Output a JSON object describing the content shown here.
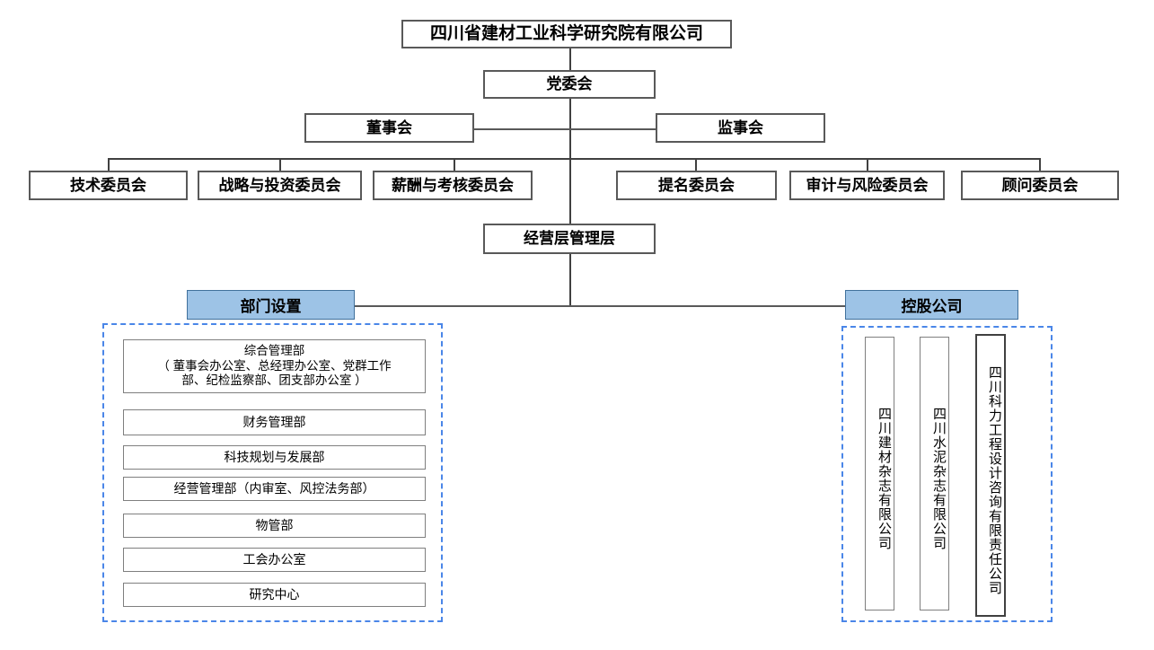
{
  "diagram": {
    "title": "四川省建材工业科学研究院有限公司",
    "party_committee": "党委会",
    "board_of_directors": "董事会",
    "board_of_supervisors": "监事会",
    "committees_left": [
      "技术委员会",
      "战略与投资委员会",
      "薪酬与考核委员会"
    ],
    "committees_right": [
      "提名委员会",
      "审计与风险委员会",
      "顾问委员会"
    ],
    "management_layer": "经营层管理层",
    "departments_header": "部门设置",
    "holdings_header": "控股公司",
    "departments": [
      "综合管理部\n（ 董事会办公室、总经理办公室、党群工作\n部、纪检监察部、团支部办公室 ）",
      "财务管理部",
      "科技规划与发展部",
      "经营管理部（内审室、风控法务部）",
      "物管部",
      "工会办公室",
      "研究中心"
    ],
    "holdings": [
      "四川建材杂志有限公司",
      "四川水泥杂志有限公司",
      "四川科力工程设计咨询有限责任公司"
    ],
    "colors": {
      "header_fill": "#9dc3e6",
      "header_border": "#41719c",
      "dashed_border": "#4a86e8",
      "box_border": "#7f7f7f",
      "connector": "#404040"
    }
  }
}
